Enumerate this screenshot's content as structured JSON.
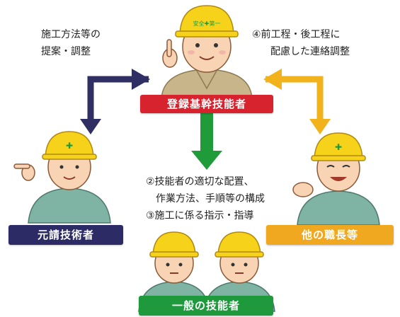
{
  "notes": {
    "top_left_line1": "施工方法等の",
    "top_left_line2": "提案・調整",
    "top_right_line1": "④前工程・後工程に",
    "top_right_line2": "配慮した連絡調整",
    "center_line1": "②技能者の適切な配置、",
    "center_line2": "作業方法、手順等の構成",
    "center_line3": "③施工に係る指示・指導"
  },
  "banners": {
    "top": "登録基幹技能者",
    "left": "元請技術者",
    "right": "他の職長等",
    "bottom": "一般の技能者"
  },
  "helmet_text": "安全✚第一",
  "colors": {
    "red_banner": "#d7232e",
    "navy_banner": "#2c2b66",
    "orange_banner": "#f0a820",
    "green_banner": "#1e9a3c",
    "navy_arrow": "#2f2f63",
    "orange_arrow": "#f2b21b",
    "green_arrow": "#1f9b3a",
    "helmet": "#f6d21a",
    "uniform_green": "#7fb3a4",
    "uniform_tan": "#c8b68a",
    "skin": "#f8d4b4"
  }
}
